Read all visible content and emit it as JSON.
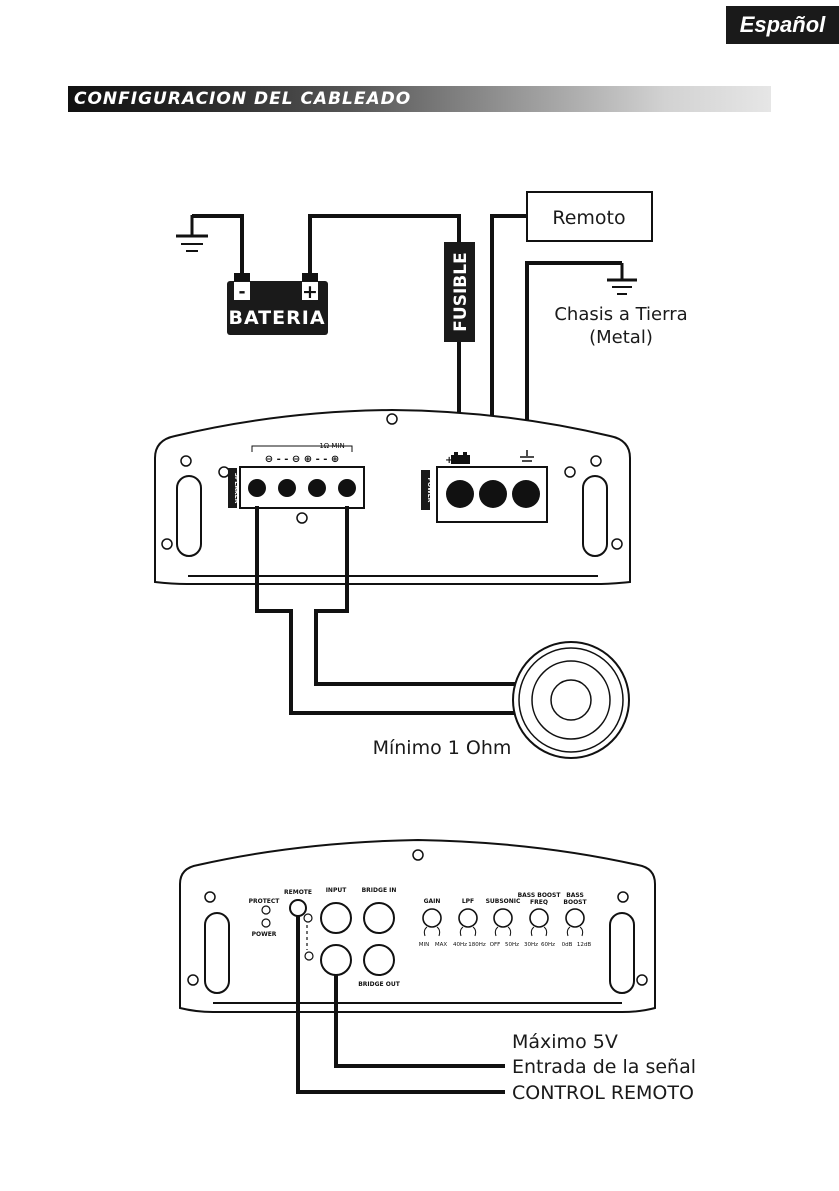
{
  "language_tab": "Español",
  "section_title": "CONFIGURACION DEL CABLEADO",
  "top_diagram": {
    "battery_label": "BATERIA",
    "battery_minus": "-",
    "battery_plus": "+",
    "fuse_label": "FUSIBLE",
    "remote_box": "Remoto",
    "chassis_label_line1": "Chasis a Tierra",
    "chassis_label_line2": "(Metal)",
    "speaker_block_label": "SPEAKER",
    "power_block_label": "POWER",
    "min_impedance_tag": "1Ω MIN",
    "speaker_label": "Mínimo 1 Ohm"
  },
  "bottom_diagram": {
    "protect": "PROTECT",
    "power": "POWER",
    "remote": "REMOTE",
    "input": "INPUT",
    "bridge_in": "BRIDGE IN",
    "bridge_out": "BRIDGE OUT",
    "controls": [
      {
        "name": "GAIN",
        "name2": "",
        "left": "MIN",
        "right": "MAX"
      },
      {
        "name": "LPF",
        "name2": "",
        "left": "40Hz",
        "right": "180Hz"
      },
      {
        "name": "SUBSONIC",
        "name2": "",
        "left": "OFF",
        "right": "50Hz"
      },
      {
        "name": "BASS BOOST",
        "name2": "FREQ",
        "left": "30Hz",
        "right": "60Hz"
      },
      {
        "name": "BASS",
        "name2": "BOOST",
        "left": "0dB",
        "right": "12dB"
      }
    ],
    "label_max": "Máximo 5V",
    "label_signal": "Entrada de la señal",
    "label_remote": "CONTROL REMOTO"
  }
}
